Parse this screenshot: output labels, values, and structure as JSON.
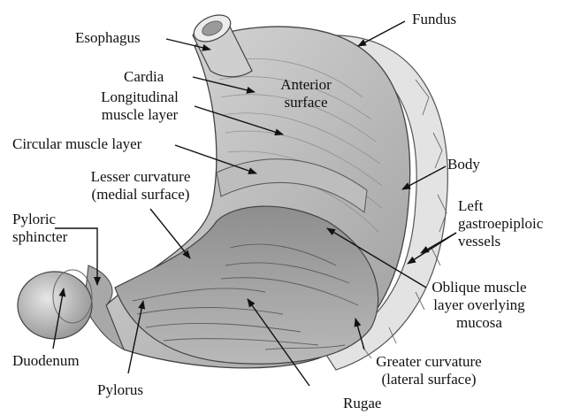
{
  "labels": {
    "esophagus": "Esophagus",
    "fundus": "Fundus",
    "cardia": "Cardia",
    "longitudinal": "Longitudinal\nmuscle layer",
    "anterior": "Anterior\nsurface",
    "circular": "Circular muscle layer",
    "lesser": "Lesser curvature\n(medial surface)",
    "body": "Body",
    "left_vessels": "Left\ngastroepiploic\nvessels",
    "pyloric": "Pyloric\nsphincter",
    "oblique": "Oblique muscle\nlayer overlying\nmucosa",
    "duodenum": "Duodenum",
    "greater": "Greater curvature\n(lateral surface)",
    "pylorus": "Pylorus",
    "rugae": "Rugae"
  },
  "colors": {
    "muscle": "#c9c9c9",
    "mucosa": "#a9a9a9",
    "serosa": "#e4e4e4",
    "duodenum": "#bdbdbd",
    "ink": "#111111"
  }
}
